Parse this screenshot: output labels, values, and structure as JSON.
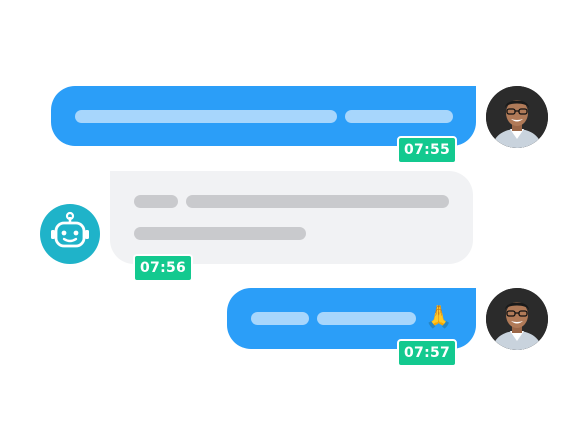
{
  "chat": {
    "messages": [
      {
        "sender": "user",
        "time": "07:55",
        "avatar_icon": "user-photo-avatar"
      },
      {
        "sender": "bot",
        "time": "07:56",
        "avatar_icon": "robot-face-icon"
      },
      {
        "sender": "user",
        "time": "07:57",
        "avatar_icon": "user-photo-avatar",
        "emoji": "🙏"
      }
    ]
  },
  "colors": {
    "outgoing_bubble": "#2b9ef8",
    "outgoing_placeholder": "#a7d6fc",
    "incoming_bubble": "#f1f2f4",
    "incoming_placeholder": "#c9cacd",
    "timestamp_badge": "#13c98f",
    "bot_avatar": "#1fb3c9"
  }
}
